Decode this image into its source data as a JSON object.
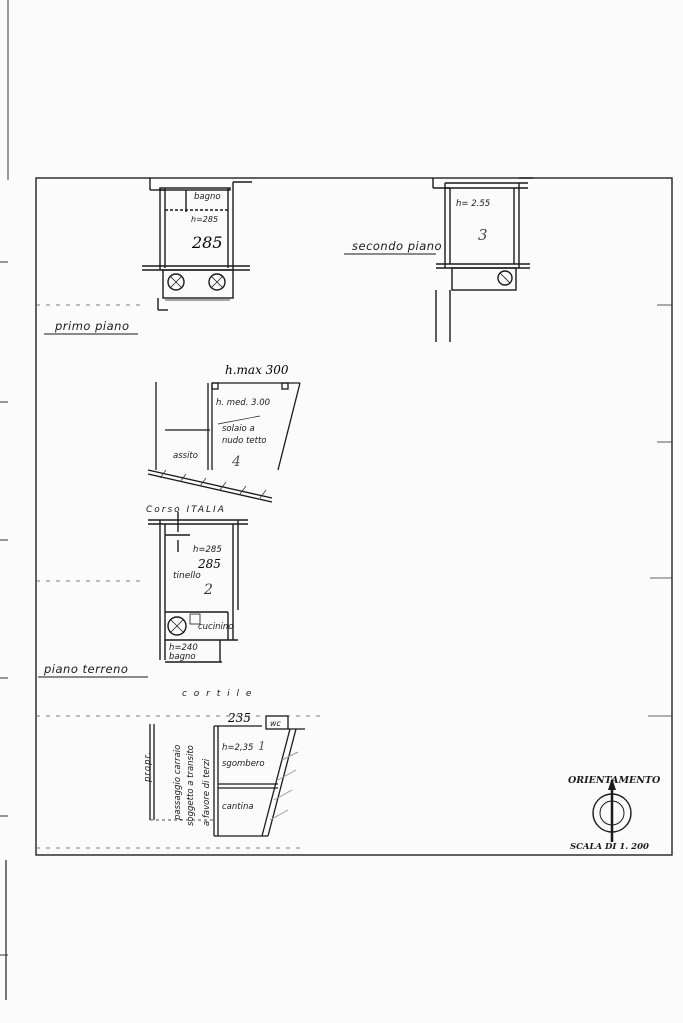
{
  "floors": {
    "primo_piano": {
      "label": "primo piano",
      "bagno": "bagno",
      "height": "h=285",
      "handwritten": "285"
    },
    "secondo_piano": {
      "label": "secondo piano",
      "height": "h= 2.55",
      "handwritten": "3"
    },
    "sottotetto": {
      "handwritten_top": "h.max 300",
      "h_med": "h. med. 3.00",
      "solaio_1": "solaio  a",
      "solaio_2": "nudo tetto",
      "assito": "assito",
      "handwritten": "4"
    },
    "piano_terreno": {
      "label": "piano  terreno",
      "street": "Corso   ITALIA",
      "height": "h=285",
      "handwritten_h": "285",
      "tinello": "tinello",
      "handwritten": "2",
      "cucinino": "cucinino",
      "bagno_h": "h=240",
      "bagno": "bagno",
      "cortile": "c o r t i l e"
    },
    "cantina_level": {
      "handwritten": "235",
      "wc": "wc",
      "propr": "propr.",
      "passaggio_1": "passaggio carraio",
      "passaggio_2": "soggetto a transito",
      "passaggio_3": "a favore di terzi",
      "height": "h=2,35",
      "handwritten_num": "1",
      "sgombero": "sgombero",
      "cantina": "cantina"
    }
  },
  "legend": {
    "orientamento": "ORIENTAMENTO",
    "scala": "SCALA DI 1. 200"
  }
}
